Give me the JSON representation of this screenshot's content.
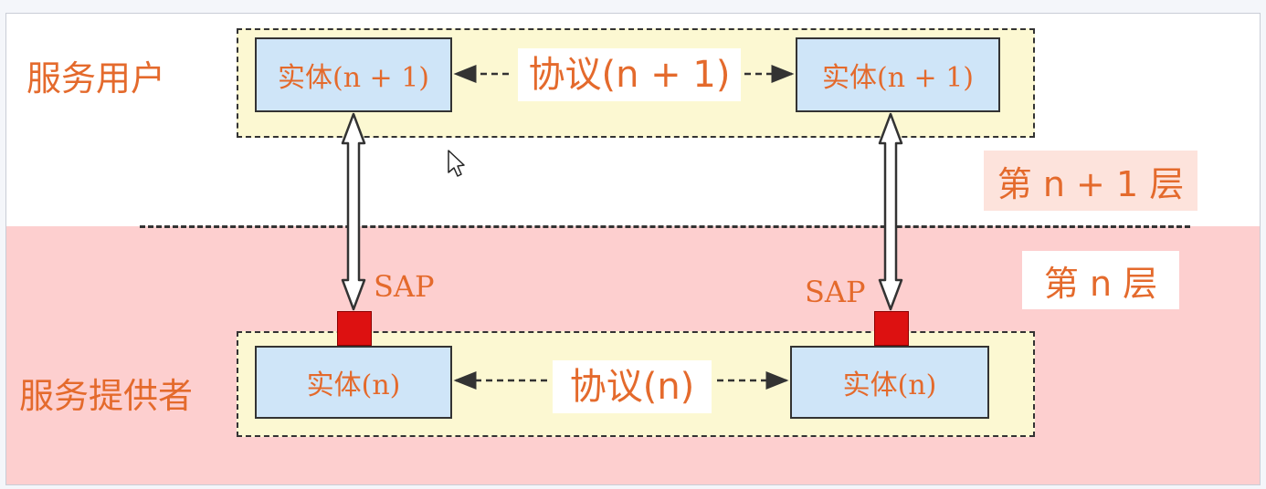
{
  "labels": {
    "service_user": "服务用户",
    "service_provider": "服务提供者",
    "layer_upper": "第 n + 1 层",
    "layer_lower": "第 n 层"
  },
  "upper": {
    "left_entity": "实体(n + 1)",
    "right_entity": "实体(n + 1)",
    "protocol": "协议(n + 1)"
  },
  "lower": {
    "left_entity": "实体(n)",
    "right_entity": "实体(n)",
    "protocol": "协议(n)"
  },
  "sap": {
    "left": "SAP",
    "right": "SAP"
  },
  "colors": {
    "text_accent": "#e46a2c",
    "entity_fill": "#cfe5f8",
    "group_fill": "#fcf8d2",
    "lower_band": "#fdcfcf",
    "sap_fill": "#dd1111"
  }
}
